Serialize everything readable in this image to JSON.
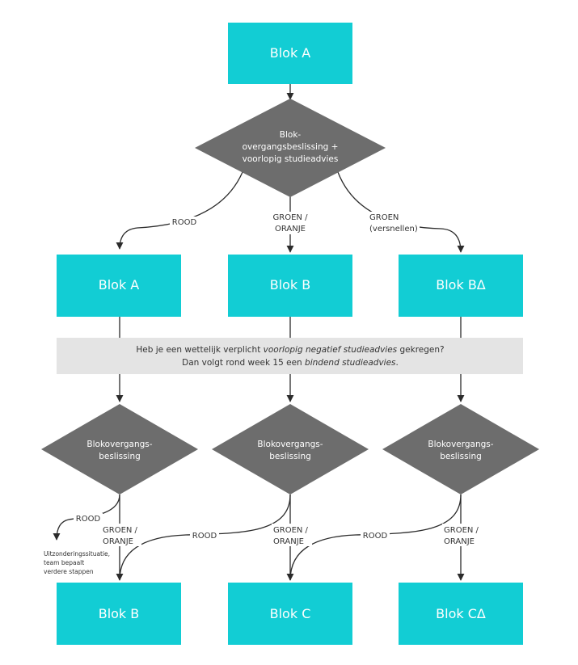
{
  "colors": {
    "block": "#12cdd4",
    "decision": "#6d6d6d",
    "banner": "#e4e4e4",
    "line": "#2b2b2b"
  },
  "blocks": {
    "top": "Blok A",
    "r1_left": "Blok A",
    "r1_mid": "Blok B",
    "r1_right": "Blok BΔ",
    "r3_left": "Blok B",
    "r3_mid": "Blok C",
    "r3_right": "Blok CΔ"
  },
  "decisions": {
    "top": [
      "Blok-",
      "overgangsbeslissing +",
      "voorlopig studieadvies"
    ],
    "left": [
      "Blokovergangs-",
      "beslissing"
    ],
    "mid": [
      "Blokovergangs-",
      "beslissing"
    ],
    "right": [
      "Blokovergangs-",
      "beslissing"
    ]
  },
  "edge_labels": {
    "rood": "ROOD",
    "groen_oranje": [
      "GROEN /",
      "ORANJE"
    ],
    "groen_versnellen": [
      "GROEN",
      "(versnellen)"
    ]
  },
  "banner": {
    "line1_before": "Heb je een wettelijk verplicht ",
    "line1_emph": "voorlopig negatief studieadvies",
    "line1_after": " gekregen?",
    "line2_before": "Dan volgt rond week 15 een ",
    "line2_emph": "bindend studieadvies",
    "line2_after": "."
  },
  "exception_note": [
    "Uitzonderingssituatie,",
    "team bepaalt",
    "verdere stappen"
  ]
}
